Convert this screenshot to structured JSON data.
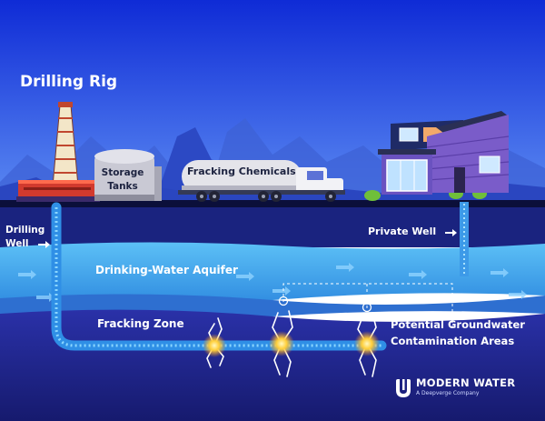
{
  "title": "Drilling Rig",
  "labels": {
    "storage_line1": "Storage",
    "storage_line2": "Tanks",
    "chemicals": "Fracking Chemicals",
    "drilling_well_line1": "Drilling",
    "drilling_well_line2": "Well",
    "private_well": "Private Well",
    "aquifer": "Drinking-Water Aquifer",
    "fracking_zone": "Fracking Zone",
    "contamination_line1": "Potential Groundwater",
    "contamination_line2": "Contamination Areas"
  },
  "brand": {
    "name": "MODERN WATER",
    "tagline": "A Deepverge Company"
  },
  "colors": {
    "sky_top": "#0f2bd6",
    "sky_bottom": "#4f7ff0",
    "aquifer": "#45a8f0",
    "deep_ground": "#1c1f86",
    "house_purple": "#7a5cc9",
    "spark": "#ffd54a"
  }
}
